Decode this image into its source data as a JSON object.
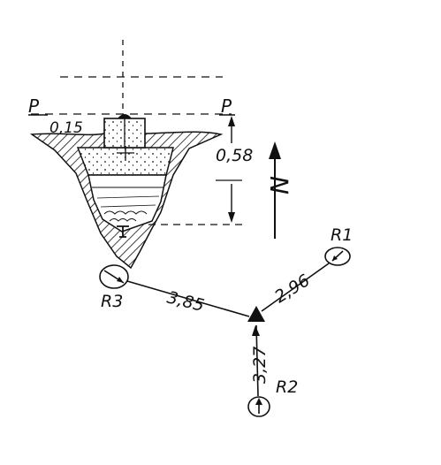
{
  "labels": {
    "p_left": "P",
    "p_right": "P",
    "dim_top": "0,15",
    "dim_depth": "0,58",
    "north": "N",
    "ref_1": "R1",
    "ref_2": "R2",
    "ref_3": "R3",
    "dist_r1": "2,96",
    "dist_r2": "3,27",
    "dist_r3": "3,85"
  },
  "colors": {
    "ink": "#111111",
    "paper": "#ffffff"
  }
}
